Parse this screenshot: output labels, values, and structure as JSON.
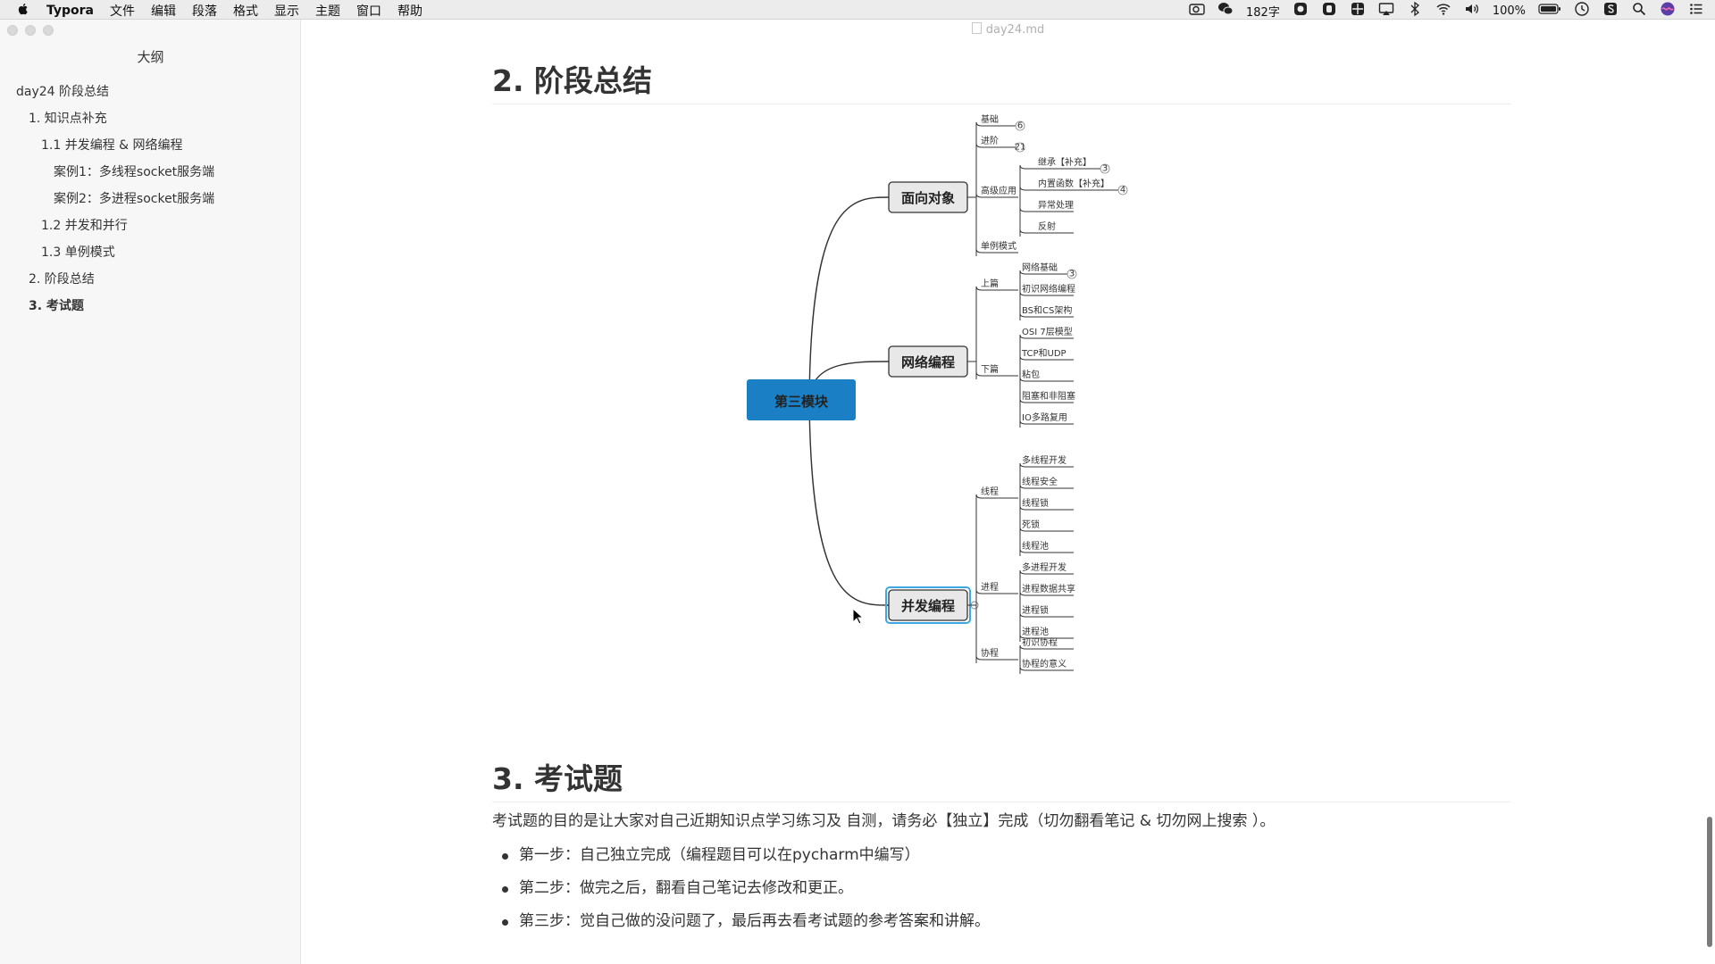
{
  "menubar": {
    "app_name": "Typora",
    "menus": [
      "文件",
      "编辑",
      "段落",
      "格式",
      "显示",
      "主题",
      "窗口",
      "帮助"
    ],
    "word_count": "182字",
    "battery": "100%",
    "icons": [
      "camera-icon",
      "wechat-icon",
      "status-icon",
      "status-icon",
      "grid-icon",
      "airplay-icon",
      "bluetooth-icon",
      "wifi-icon",
      "volume-icon",
      "battery-icon",
      "clock-icon",
      "s-icon",
      "search-icon",
      "siri-icon",
      "list-icon"
    ]
  },
  "window": {
    "title": "day24.md"
  },
  "sidebar": {
    "title": "大纲",
    "items": [
      {
        "label": "day24 阶段总结",
        "level": 1,
        "active": false
      },
      {
        "label": "1. 知识点补充",
        "level": 2,
        "active": false
      },
      {
        "label": "1.1 并发编程 & 网络编程",
        "level": 3,
        "active": false
      },
      {
        "label": "案例1：多线程socket服务端",
        "level": 4,
        "active": false
      },
      {
        "label": "案例2：多进程socket服务端",
        "level": 4,
        "active": false
      },
      {
        "label": "1.2 并发和并行",
        "level": 3,
        "active": false
      },
      {
        "label": "1.3 单例模式",
        "level": 3,
        "active": false
      },
      {
        "label": "2. 阶段总结",
        "level": 2,
        "active": false
      },
      {
        "label": "3. 考试题",
        "level": 2,
        "active": true
      }
    ]
  },
  "content": {
    "heading_2": "2. 阶段总结",
    "heading_3": "3. 考试题",
    "paragraph": "考试题的目的是让大家对自己近期知识点学习练习及 自测，请务必【独立】完成（切勿翻看笔记 & 切勿网上搜索 ）。",
    "steps": [
      "第一步：自己独立完成（编程题目可以在pycharm中编写）",
      "第二步：做完之后，翻看自己笔记去修改和更正。",
      "第三步：觉自己做的没问题了，最后再去看考试题的参考答案和讲解。"
    ]
  },
  "mindmap": {
    "root": "第三模块",
    "root_color": "#1a7fc5",
    "branches": [
      {
        "label": "面向对象",
        "children": [
          {
            "label": "基础",
            "badge": "6"
          },
          {
            "label": "进阶",
            "badge": "21"
          },
          {
            "label": "高级应用",
            "children": [
              {
                "label": "继承【补充】",
                "badge": "3"
              },
              {
                "label": "内置函数【补充】",
                "badge": "4"
              },
              {
                "label": "异常处理"
              },
              {
                "label": "反射"
              }
            ]
          },
          {
            "label": "单例模式"
          }
        ]
      },
      {
        "label": "网络编程",
        "children": [
          {
            "label": "上篇",
            "children": [
              {
                "label": "网络基础",
                "badge": "3"
              },
              {
                "label": "初识网络编程"
              },
              {
                "label": "BS和CS架构"
              }
            ]
          },
          {
            "label": "下篇",
            "children": [
              {
                "label": "OSI 7层模型"
              },
              {
                "label": "TCP和UDP"
              },
              {
                "label": "粘包"
              },
              {
                "label": "阻塞和非阻塞"
              },
              {
                "label": "IO多路复用"
              }
            ]
          }
        ]
      },
      {
        "label": "并发编程",
        "selected": true,
        "children": [
          {
            "label": "线程",
            "children": [
              {
                "label": "多线程开发"
              },
              {
                "label": "线程安全"
              },
              {
                "label": "线程锁"
              },
              {
                "label": "死锁"
              },
              {
                "label": "线程池"
              }
            ]
          },
          {
            "label": "进程",
            "children": [
              {
                "label": "多进程开发"
              },
              {
                "label": "进程数据共享"
              },
              {
                "label": "进程锁"
              },
              {
                "label": "进程池"
              }
            ]
          },
          {
            "label": "协程",
            "children": [
              {
                "label": "初识协程"
              },
              {
                "label": "协程的意义"
              }
            ]
          }
        ]
      }
    ]
  }
}
